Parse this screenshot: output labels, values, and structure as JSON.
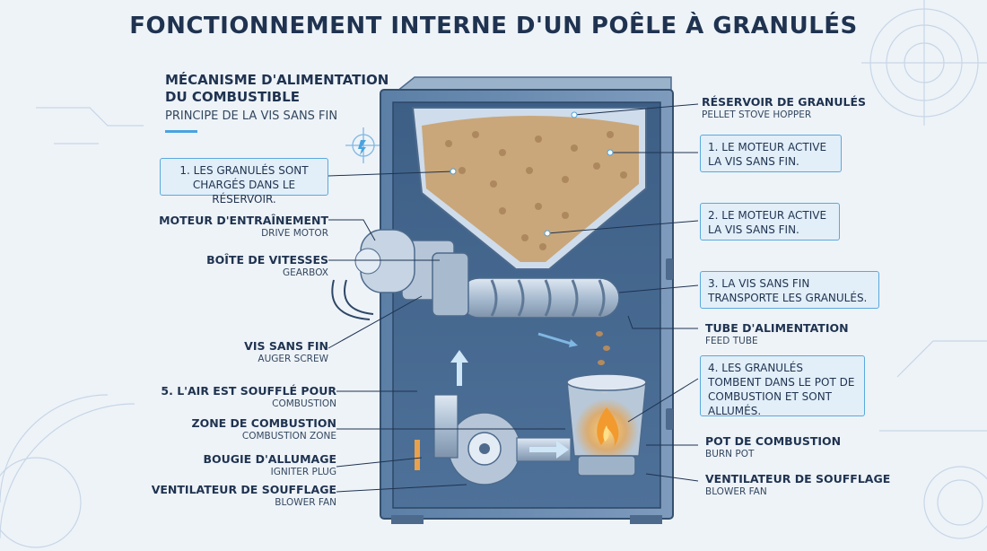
{
  "title": "FONCTIONNEMENT INTERNE D'UN POÊLE À GRANULÉS",
  "section": {
    "title": "MÉCANISME D'ALIMENTATION DU COMBUSTIBLE",
    "subtitle": "PRINCIPE DE LA VIS SANS FIN"
  },
  "steps": {
    "step1_left": "1. LES GRANULÉS SONT CHARGÉS DANS LE RÉSERVOIR.",
    "step1_right": "1. LE MOTEUR ACTIVE LA VIS SANS FIN.",
    "step2": "2. LE MOTEUR ACTIVE LA VIS SANS FIN.",
    "step3": "3. LA VIS SANS FIN TRANSPORTE LES GRANULÉS.",
    "step4": "4. LES GRANULÉS TOMBENT DANS LE POT DE COMBUSTION ET SONT ALLUMÉS.",
    "step5": "5. L'AIR EST SOUFFLÉ POUR"
  },
  "labels_left": {
    "drive_motor": {
      "fr": "MOTEUR D'ENTRAÎNEMENT",
      "en": "DRIVE MOTOR"
    },
    "gearbox": {
      "fr": "BOÎTE DE VITESSES",
      "en": "GEARBOX"
    },
    "auger": {
      "fr": "VIS SANS FIN",
      "en": "AUGER SCREW"
    },
    "air": {
      "en": "COMBUSTION"
    },
    "zone": {
      "fr": "ZONE DE COMBUSTION",
      "en": "COMBUSTION ZONE"
    },
    "igniter": {
      "fr": "BOUGIE D'ALLUMAGE",
      "en": "IGNITER PLUG"
    },
    "blower": {
      "fr": "VENTILATEUR DE SOUFFLAGE",
      "en": "BLOWER FAN"
    }
  },
  "labels_right": {
    "hopper": {
      "fr": "RÉSERVOIR DE GRANULÉS",
      "en": "PELLET STOVE HOPPER"
    },
    "feed_tube": {
      "fr": "TUBE D'ALIMENTATION",
      "en": "FEED TUBE"
    },
    "burn_pot": {
      "fr": "POT DE COMBUSTION",
      "en": "BURN POT"
    },
    "blower": {
      "fr": "VENTILATEUR DE SOUFFLAGE",
      "en": "BLOWER FAN"
    }
  },
  "colors": {
    "accent": "#4aa3df",
    "dark": "#1f3350",
    "flame": "#f29a2e"
  }
}
